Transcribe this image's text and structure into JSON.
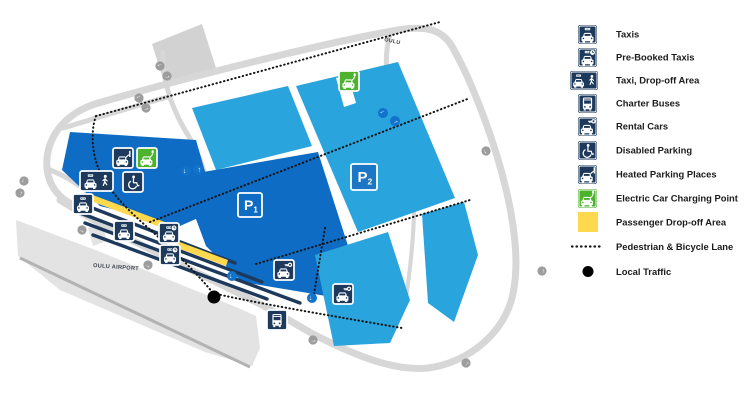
{
  "map": {
    "airport_label": "OULU AIRPORT",
    "road_label": "OULU",
    "p1": {
      "letter": "P",
      "sub": "1"
    },
    "p2": {
      "letter": "P",
      "sub": "2"
    }
  },
  "legend": {
    "items": [
      {
        "id": "taxis",
        "label": "Taxis"
      },
      {
        "id": "pre-booked-taxis",
        "label": "Pre-Booked Taxis"
      },
      {
        "id": "taxi-drop-off-area",
        "label": "Taxi, Drop-off Area"
      },
      {
        "id": "charter-buses",
        "label": "Charter Buses"
      },
      {
        "id": "rental-cars",
        "label": "Rental Cars"
      },
      {
        "id": "disabled-parking",
        "label": "Disabled Parking"
      },
      {
        "id": "heated-parking-places",
        "label": "Heated Parking Places"
      },
      {
        "id": "electric-car-charging-point",
        "label": "Electric Car Charging Point"
      },
      {
        "id": "passenger-drop-off-area",
        "label": "Passenger Drop-off Area"
      },
      {
        "id": "pedestrian-bicycle-lane",
        "label": "Pedestrian & Bicycle Lane"
      },
      {
        "id": "local-traffic",
        "label": "Local Traffic"
      }
    ]
  },
  "colors": {
    "icon_navy": "#1d3a5c",
    "parking_dark_blue": "#0f6cc4",
    "parking_light_blue": "#2aa4dd",
    "charging_green": "#4db32e",
    "dropoff_yellow": "#ffd94d",
    "road_gray": "#d7d7d7",
    "building_gray": "#dcdcdc",
    "arrow_blue": "#1273cc",
    "arrow_gray": "#9d9d9d",
    "dotted_black": "#141414"
  }
}
